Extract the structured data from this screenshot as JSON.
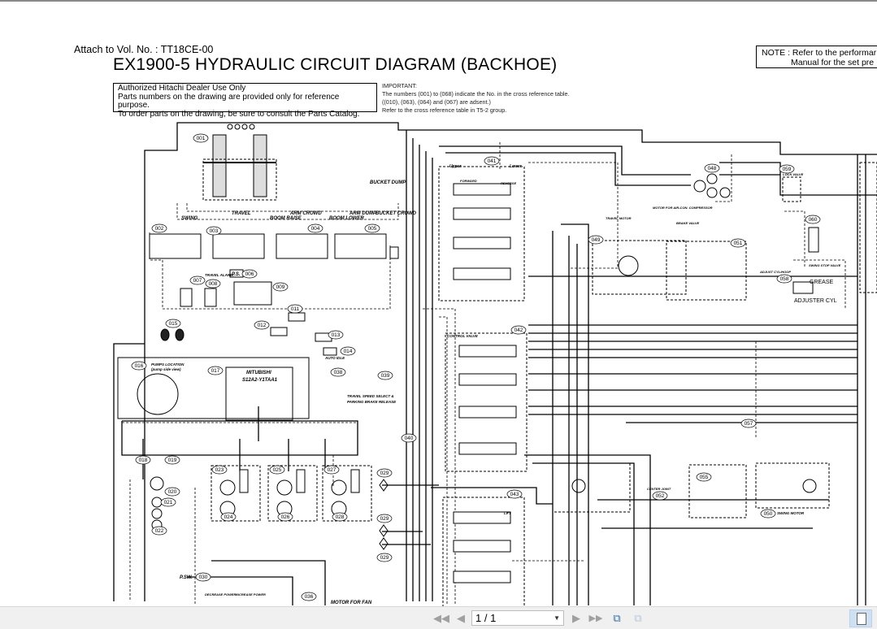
{
  "document": {
    "attach": "Attach to Vol. No. : TT18CE-00",
    "title": "EX1900-5 HYDRAULIC CIRCUIT DIAGRAM (BACKHOE)",
    "dealer_notice": [
      "Authorized Hitachi Dealer Use Only",
      "Parts numbers on the drawing are provided only for reference purpose.",
      "To order parts on the drawing, be sure to consult the Parts Catalog."
    ],
    "important": [
      "IMPORTANT:",
      "The numbers (001) to (068) indicate the No. in the cross reference table.",
      "((010), (063), (064) and (067) are adsent.)",
      "Refer to the cross reference table in T5-2 group."
    ],
    "note": [
      "NOTE : Refer to the performar",
      "Manual for the set pre"
    ]
  },
  "diagram": {
    "callouts": [
      "001",
      "002",
      "003",
      "004",
      "005",
      "006",
      "007",
      "008",
      "009",
      "011",
      "012",
      "013",
      "014",
      "015",
      "016",
      "017",
      "018",
      "019",
      "020",
      "021",
      "022",
      "023",
      "024",
      "025",
      "026",
      "027",
      "028",
      "029",
      "029",
      "029",
      "030",
      "036",
      "038",
      "039",
      "040",
      "041",
      "042",
      "043",
      "048",
      "049",
      "050",
      "051",
      "052",
      "055",
      "057",
      "058",
      "059",
      "060"
    ],
    "labels": {
      "bucket_dump": "BUCKET DUMP",
      "swing": "SWING",
      "travel": "TRAVEL",
      "boom_raise": "BOOM RAISE",
      "arm_crowd": "ARM CROWD",
      "boom_lower": "BOOM LOWER",
      "arm_dump": "ARM DUMP",
      "bucket_crowd": "BUCKET CROWD",
      "travel_alarm": "TRAVEL ALARM",
      "ps": "P.S.",
      "auto_idle": "AUTO IDLE",
      "pumps_location": "PUMPS LOCATION",
      "pump_side_view": "(pump side view)",
      "engine_1": "MITUBISHI",
      "engine_2": "S12A2-Y1TAA1",
      "travel_speed_1": "TRAVEL SPEED SELECT &",
      "travel_speed_2": "PARKING BRAKE RELEASE",
      "upper": "Upper",
      "lower": "Lower",
      "control_valve": "CONTROL VALVE",
      "air_con_motor": "MOTOR FOR AIR-CON. COMPRESSOR",
      "travel_motor": "TRAVEL MOTOR",
      "brake_valve": "BRAKE VALVE",
      "lock_valve": "LOCK VALVE",
      "swing_stop_valve": "SWING STOP VALVE",
      "adjust_cyl": "ADJUST CYL/HOOP",
      "grease": "GREASE",
      "adjuster_cyl": "ADJUSTER CYL",
      "swing_motor": "SWING MOTOR",
      "center_joint": "CENTER JOINT",
      "motor_for_fan": "MOTOR FOR FAN",
      "psw": "P.SW.",
      "decrease_power": "DECREASE POWER",
      "increase_power": "INCREASE POWER",
      "forward": "FORWARD",
      "reverse": "REVERSE",
      "lift": "LIFT"
    }
  },
  "toolbar": {
    "page_indicator": "1 / 1"
  }
}
